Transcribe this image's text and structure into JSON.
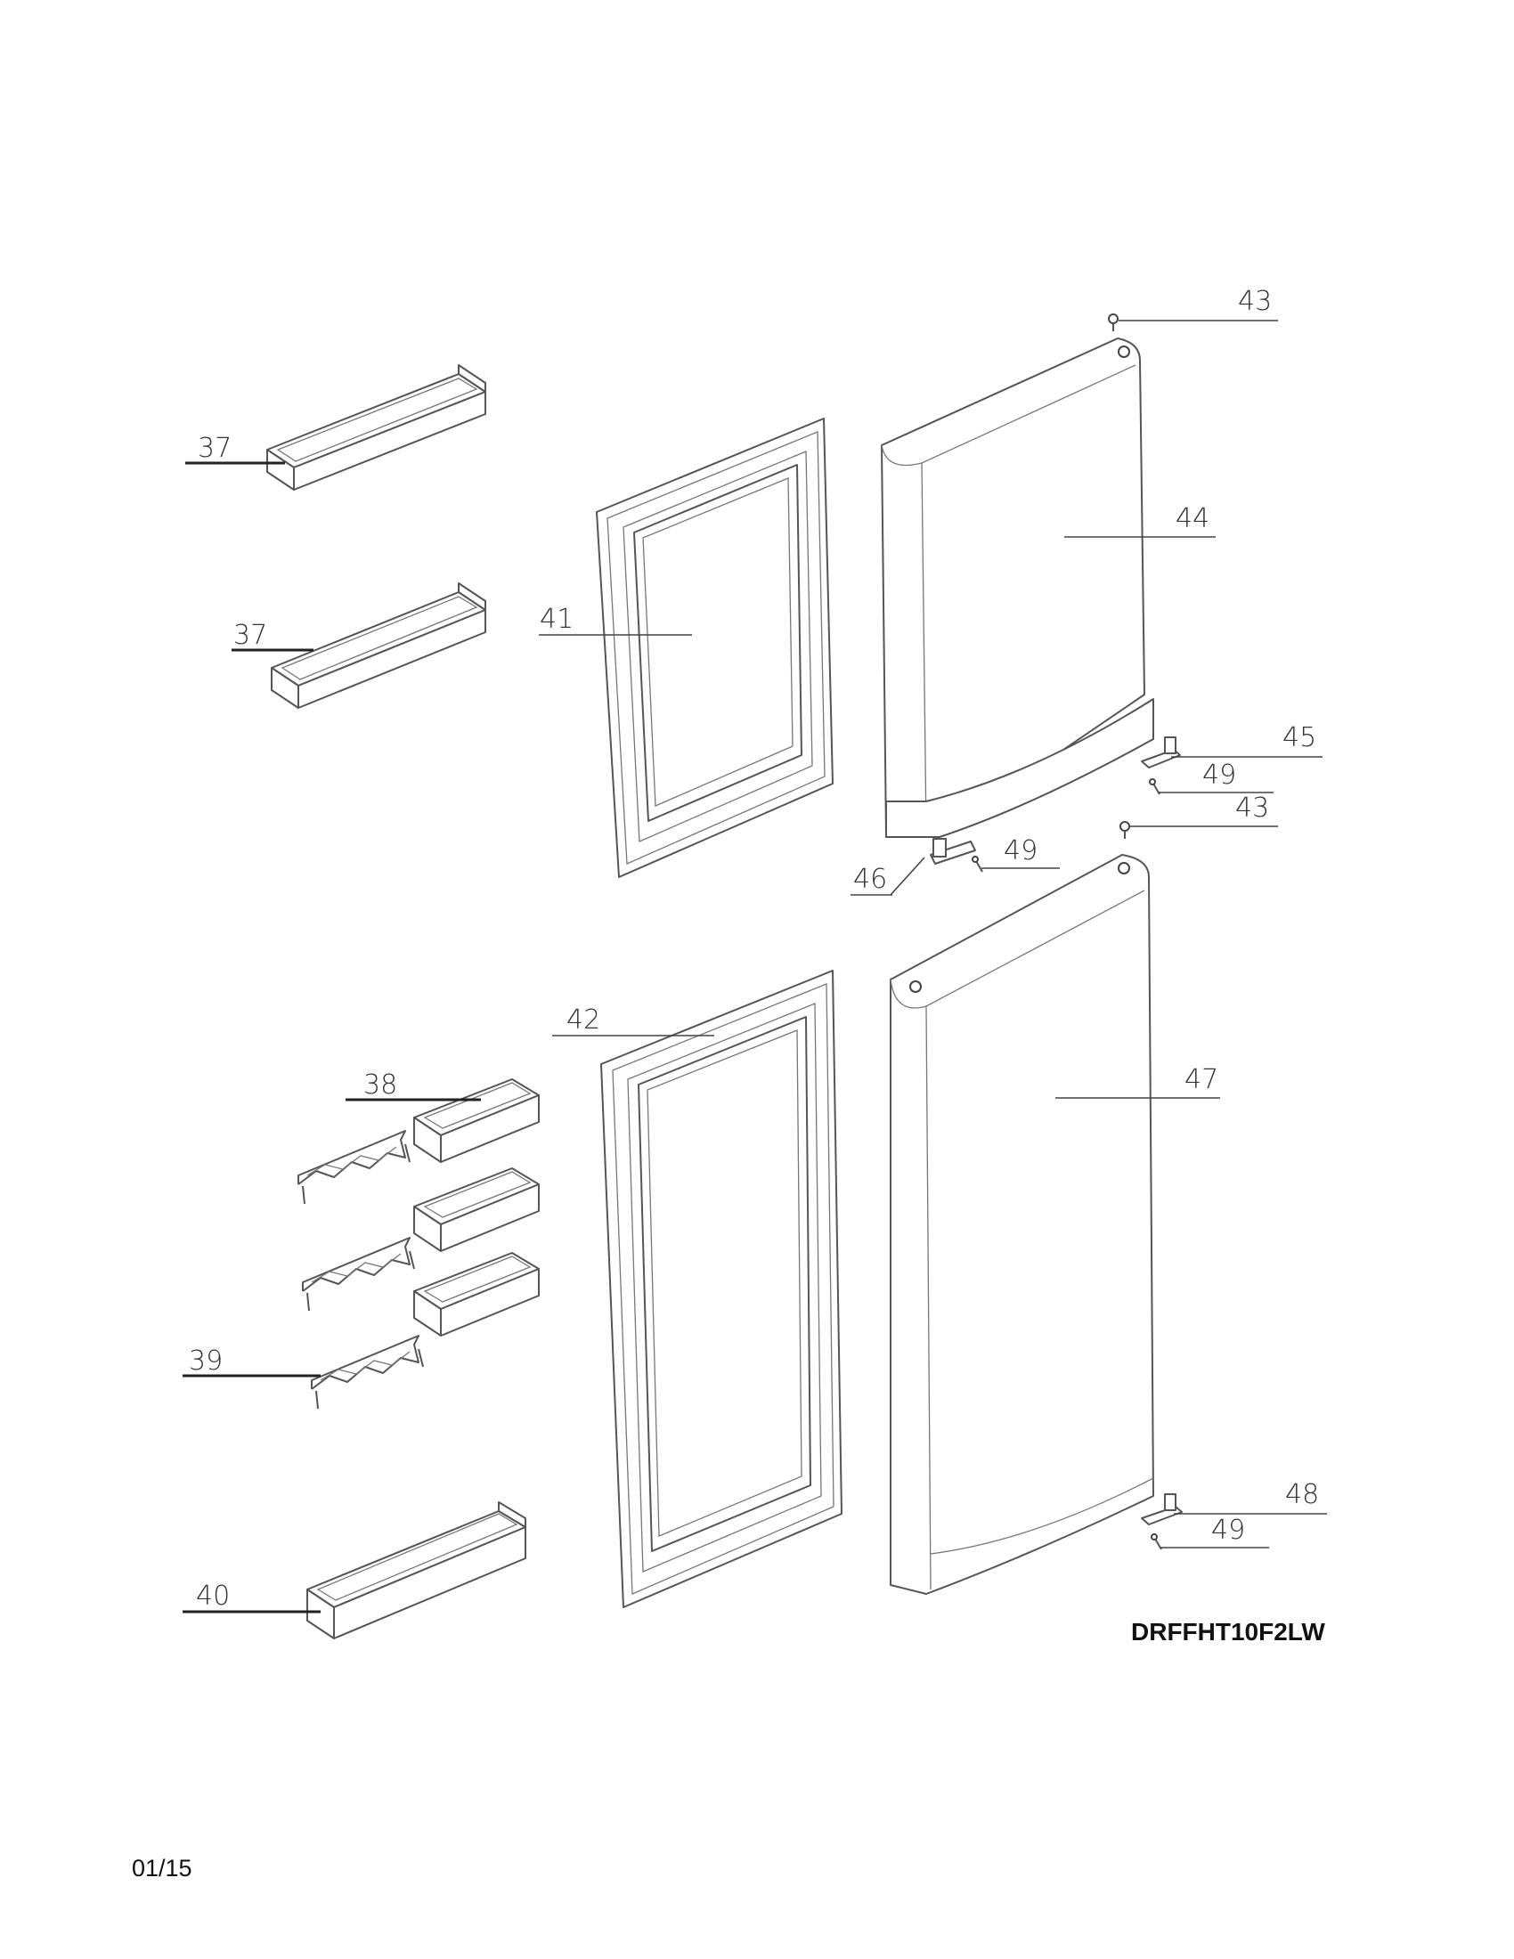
{
  "diagram": {
    "model_number": "DRFFHT10F2LW",
    "revision_date": "01/15",
    "callouts": [
      "37",
      "37",
      "38",
      "39",
      "40",
      "41",
      "42",
      "43",
      "43",
      "44",
      "45",
      "46",
      "47",
      "48",
      "49",
      "49",
      "49"
    ]
  }
}
